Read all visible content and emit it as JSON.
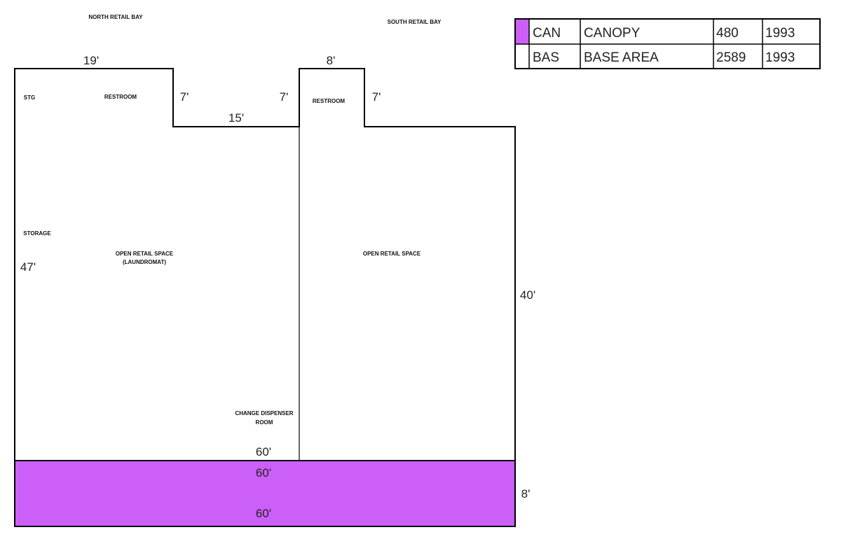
{
  "colors": {
    "canopy": "#cc5ff7",
    "wall": "#000000"
  },
  "legend": [
    {
      "code": "CAN",
      "description": "CANOPY",
      "area": "480",
      "year": "1993",
      "swatch": "#cc5ff7"
    },
    {
      "code": "BAS",
      "description": "BASE AREA",
      "area": "2589",
      "year": "1993",
      "swatch": "#ffffff"
    }
  ],
  "labels": {
    "north_bay": "NORTH RETAIL BAY",
    "south_bay": "SOUTH RETAIL BAY",
    "stg": "STG",
    "restroom_north": "RESTROOM",
    "restroom_south": "RESTROOM",
    "storage": "STORAGE",
    "open_retail_north": "OPEN RETAIL SPACE",
    "laundromat": "(LAUNDROMAT)",
    "open_retail_south": "OPEN RETAIL SPACE",
    "change_dispenser": "CHANGE DISPENSER",
    "room": "ROOM"
  },
  "dimensions": {
    "top_north": "19'",
    "top_south": "8'",
    "step_left": "7'",
    "step_mid": "7'",
    "step_right": "7'",
    "notch": "15'",
    "left_side": "47'",
    "right_side": "40'",
    "bottom_base": "60'",
    "canopy_top": "60'",
    "canopy_bottom": "60'",
    "canopy_side": "8'"
  }
}
